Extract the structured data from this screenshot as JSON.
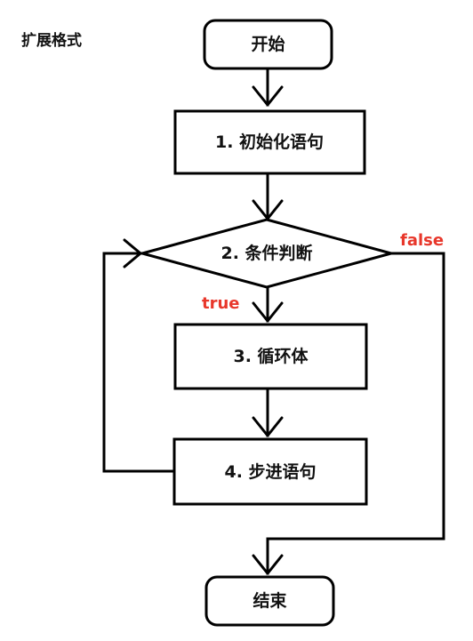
{
  "diagram": {
    "title": "扩展格式",
    "nodes": {
      "start": "开始",
      "init": "1. 初始化语句",
      "condition": "2. 条件判断",
      "body": "3. 循环体",
      "step": "4. 步进语句",
      "end": "结束"
    },
    "branches": {
      "true_label": "true",
      "false_label": "false"
    },
    "colors": {
      "line": "#000000",
      "branch_label": "#e8372b",
      "background": "#ffffff"
    }
  }
}
